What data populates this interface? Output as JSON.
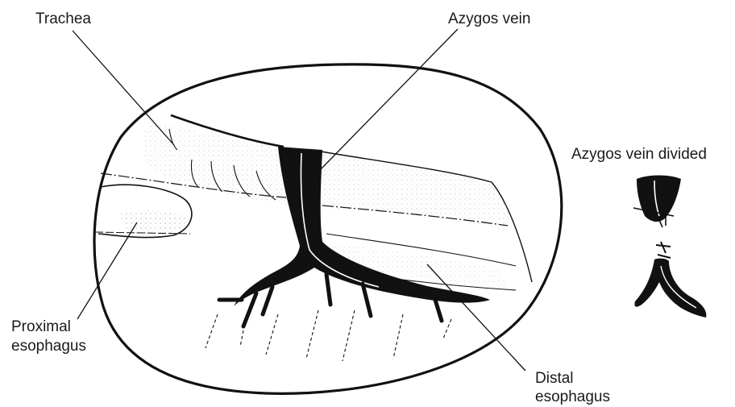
{
  "labels": {
    "trachea": "Trachea",
    "azygos_vein": "Azygos vein",
    "azygos_vein_divided": "Azygos vein divided",
    "proximal_esophagus_line1": "Proximal",
    "proximal_esophagus_line2": "esophagus",
    "distal_esophagus_line1": "Distal",
    "distal_esophagus_line2": "esophagus"
  },
  "colors": {
    "ink": "#111111",
    "shade": "#8a8a8a",
    "background": "#ffffff"
  }
}
